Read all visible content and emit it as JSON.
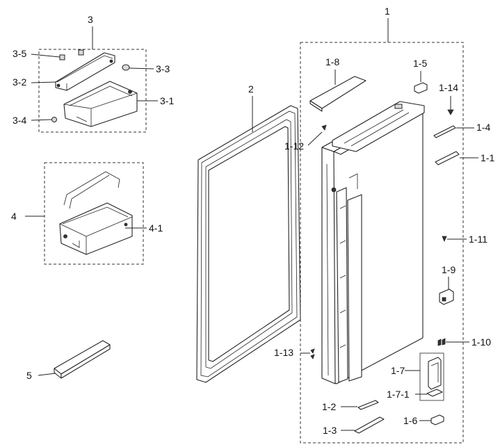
{
  "diagram": {
    "labels": {
      "l1": "1",
      "l1_1": "1-1",
      "l1_2": "1-2",
      "l1_3": "1-3",
      "l1_4": "1-4",
      "l1_5": "1-5",
      "l1_6": "1-6",
      "l1_7": "1-7",
      "l1_7_1": "1-7-1",
      "l1_8": "1-8",
      "l1_9": "1-9",
      "l1_10": "1-10",
      "l1_11": "1-11",
      "l1_12": "1-12",
      "l1_13": "1-13",
      "l1_14": "1-14",
      "l2": "2",
      "l3": "3",
      "l3_1": "3-1",
      "l3_2": "3-2",
      "l3_3": "3-3",
      "l3_4": "3-4",
      "l3_5": "3-5",
      "l4": "4",
      "l4_1": "4-1",
      "l5": "5"
    }
  }
}
